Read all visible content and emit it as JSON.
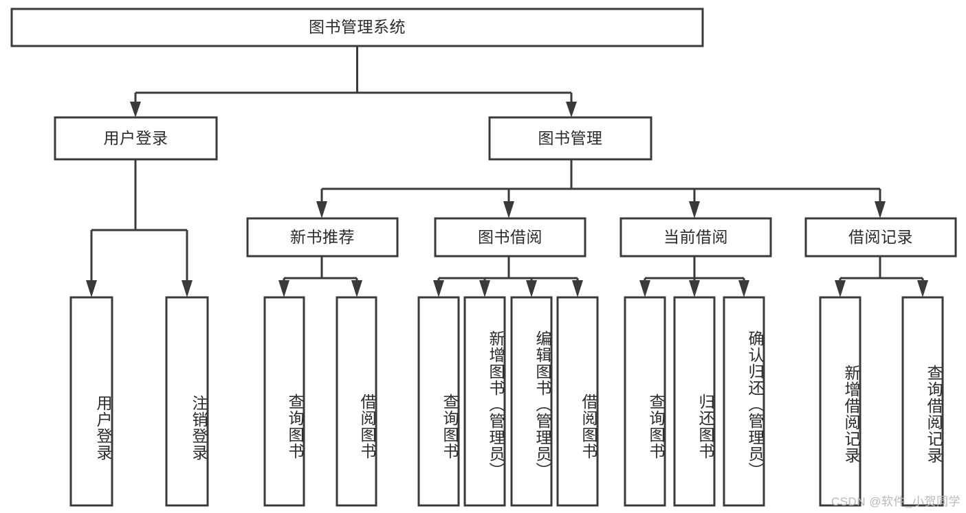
{
  "diagram": {
    "title": "图书管理系统",
    "type": "tree",
    "colors": {
      "box_fill": "#ffffff",
      "box_stroke": "#3a3a3a",
      "connector": "#3a3a3a",
      "text": "#2b2b2b",
      "background": "#ffffff",
      "watermark": "#b9b9b9"
    },
    "nodes": {
      "root": {
        "label": "图书管理系统",
        "orientation": "horizontal"
      },
      "level2": [
        {
          "id": "user-login",
          "label": "用户登录",
          "orientation": "horizontal"
        },
        {
          "id": "book-management",
          "label": "图书管理",
          "orientation": "horizontal"
        }
      ],
      "level3": [
        {
          "id": "new-book-recommend",
          "label": "新书推荐",
          "orientation": "horizontal"
        },
        {
          "id": "book-borrow",
          "label": "图书借阅",
          "orientation": "horizontal"
        },
        {
          "id": "current-borrow",
          "label": "当前借阅",
          "orientation": "horizontal"
        },
        {
          "id": "borrow-record",
          "label": "借阅记录",
          "orientation": "horizontal"
        }
      ],
      "leaves": [
        {
          "id": "leaf-user-login",
          "label": "用户登录",
          "parent": "user-login",
          "orientation": "vertical"
        },
        {
          "id": "leaf-logout",
          "label": "注销登录",
          "parent": "user-login",
          "orientation": "vertical"
        },
        {
          "id": "leaf-query-book-1",
          "label": "查询图书",
          "parent": "new-book-recommend",
          "orientation": "vertical"
        },
        {
          "id": "leaf-borrow-book-1",
          "label": "借阅图书",
          "parent": "new-book-recommend",
          "orientation": "vertical"
        },
        {
          "id": "leaf-query-book-2",
          "label": "查询图书",
          "parent": "book-borrow",
          "orientation": "vertical"
        },
        {
          "id": "leaf-add-book",
          "label": "新增图书（管理员）",
          "parent": "book-borrow",
          "orientation": "vertical"
        },
        {
          "id": "leaf-edit-book",
          "label": "编辑图书（管理员）",
          "parent": "book-borrow",
          "orientation": "vertical"
        },
        {
          "id": "leaf-borrow-book-2",
          "label": "借阅图书",
          "parent": "book-borrow",
          "orientation": "vertical"
        },
        {
          "id": "leaf-query-book-3",
          "label": "查询图书",
          "parent": "current-borrow",
          "orientation": "vertical"
        },
        {
          "id": "leaf-return-book",
          "label": "归还图书",
          "parent": "current-borrow",
          "orientation": "vertical"
        },
        {
          "id": "leaf-confirm-return",
          "label": "确认归还（管理员）",
          "parent": "current-borrow",
          "orientation": "vertical"
        },
        {
          "id": "leaf-add-record",
          "label": "新增借阅记录",
          "parent": "borrow-record",
          "orientation": "vertical"
        },
        {
          "id": "leaf-query-record",
          "label": "查询借阅记录",
          "parent": "borrow-record",
          "orientation": "vertical"
        }
      ]
    },
    "watermark": "CSDN @软件_小贺同学"
  }
}
